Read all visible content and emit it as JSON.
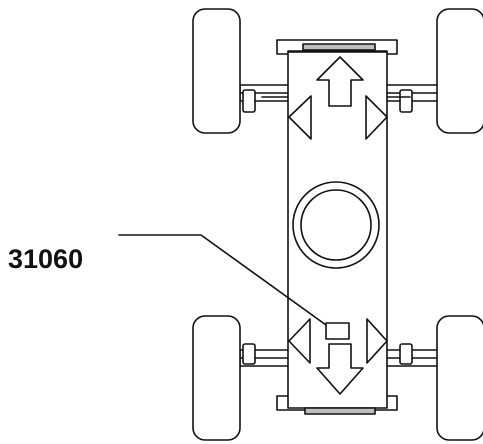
{
  "diagram": {
    "callout": {
      "label": "31060",
      "target": "rear-lower-marker"
    },
    "components": {
      "wheels": [
        "front-left-wheel",
        "front-right-wheel",
        "rear-left-wheel",
        "rear-right-wheel"
      ],
      "direction_arrows": [
        "forward-arrow",
        "backward-arrow",
        "front-left-arrow",
        "front-right-arrow",
        "rear-left-arrow",
        "rear-right-arrow"
      ],
      "center_feature": "center-circle"
    },
    "colors": {
      "stroke": "#111111",
      "fill": "#ffffff",
      "background": "#ffffff"
    }
  }
}
